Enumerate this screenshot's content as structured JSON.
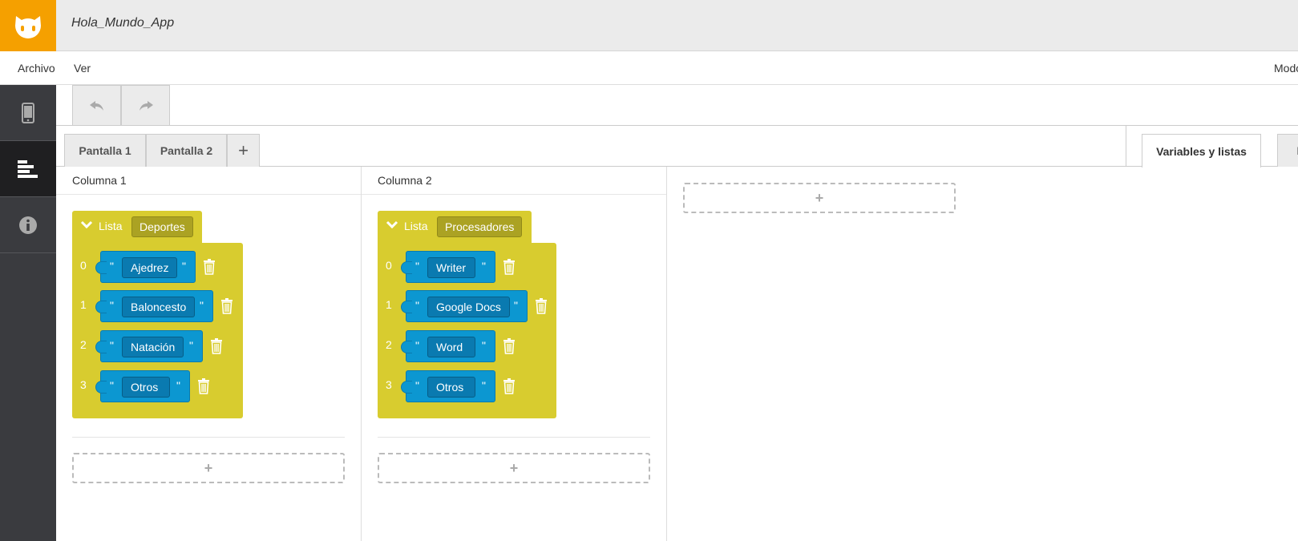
{
  "app": {
    "title": "Hola_Mundo_App"
  },
  "menu": {
    "file": "Archivo",
    "view": "Ver",
    "mode": "Modo"
  },
  "sidebar": {
    "icons": [
      "phone-icon",
      "blocks-icon",
      "info-icon"
    ]
  },
  "toolbar": {
    "undo_icon": "undo-icon",
    "redo_icon": "redo-icon"
  },
  "tabs": {
    "screens": [
      "Pantalla 1",
      "Pantalla 2"
    ],
    "add": "+",
    "right": [
      "Variables y listas",
      "F"
    ]
  },
  "columns": [
    {
      "title": "Columna 1",
      "list_label": "Lista",
      "list_name": "Deportes",
      "items": [
        {
          "index": "0",
          "value": "Ajedrez"
        },
        {
          "index": "1",
          "value": "Baloncesto"
        },
        {
          "index": "2",
          "value": "Natación"
        },
        {
          "index": "3",
          "value": "Otros"
        }
      ]
    },
    {
      "title": "Columna 2",
      "list_label": "Lista",
      "list_name": "Procesadores",
      "items": [
        {
          "index": "0",
          "value": "Writer"
        },
        {
          "index": "1",
          "value": "Google Docs"
        },
        {
          "index": "2",
          "value": "Word"
        },
        {
          "index": "3",
          "value": "Otros"
        }
      ]
    }
  ],
  "dropzone": {
    "plus": "+"
  },
  "colors": {
    "accent": "#f5a000",
    "list_block": "#d8cc2f",
    "string_block": "#0c97d1",
    "sidebar": "#3a3b3f"
  }
}
